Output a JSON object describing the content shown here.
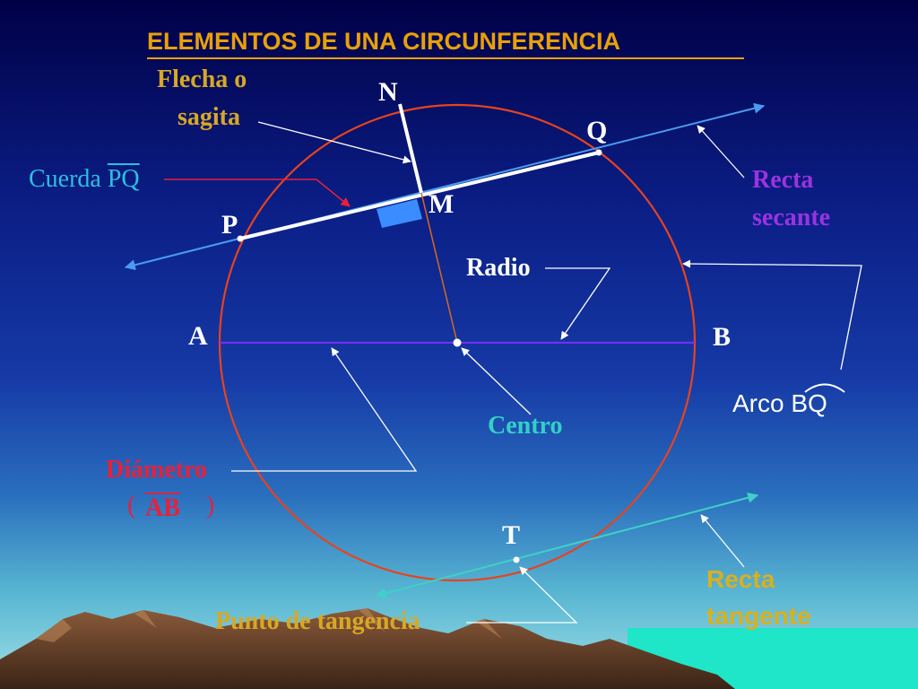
{
  "title": "ELEMENTOS DE UNA CIRCUNFERENCIA",
  "labels": {
    "flecha_line1": "Flecha o",
    "flecha_line2": "sagita",
    "cuerda_prefix": "Cuerda ",
    "cuerda_segment": "PQ",
    "recta_secante_line1": "Recta",
    "recta_secante_line2": "secante",
    "radio": "Radio",
    "centro": "Centro",
    "diametro": "Diámetro",
    "diametro_open": "(",
    "diametro_segment": "AB",
    "diametro_close": ")",
    "arco_prefix": "Arco ",
    "arco_segment": "BQ",
    "recta_tangente_line1": "Recta",
    "recta_tangente_line2": "tangente",
    "punto_tangencia": "Punto de tangencia"
  },
  "points": {
    "N": "N",
    "Q": "Q",
    "M": "M",
    "P": "P",
    "A": "A",
    "B": "B",
    "T": "T"
  },
  "colors": {
    "title": "#e8a00a",
    "flecha": "#d8a824",
    "cuerda": "#2bc0e0",
    "recta_secante": "#9a33e0",
    "white_labels": "#ffffff",
    "centro": "#33d0c8",
    "diametro": "#e8203a",
    "recta_tangente": "#d8b020",
    "punto_tangencia": "#d8a824",
    "circle": "#e8431c",
    "secant_line": "#4a9cf0",
    "tangent_line": "#3fd0c8",
    "diameter_line": "#7a2cff",
    "radius_line": "#d86820",
    "chord": "#ffffff",
    "right_angle": "#3a8cff"
  }
}
